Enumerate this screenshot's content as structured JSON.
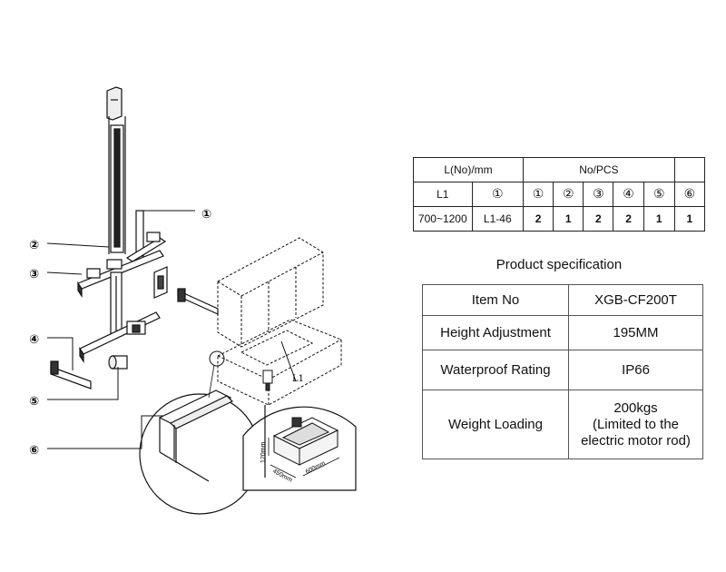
{
  "callouts": [
    "①",
    "②",
    "③",
    "④",
    "⑤",
    "⑥"
  ],
  "dimensions": {
    "length": "600mm",
    "width": "450mm",
    "height": "120mm",
    "l1_marker": "L1"
  },
  "parts_table": {
    "header_left": "L(No)/mm",
    "header_right": "No/PCS",
    "header_extra": "",
    "subheader_l1": "L1",
    "subheader_items": [
      "①",
      "①",
      "②",
      "③",
      "④",
      "⑤",
      "⑥"
    ],
    "row": {
      "range": "700~1200",
      "item1_value": "L1-46",
      "qty": [
        "2",
        "1",
        "2",
        "2",
        "1",
        "1"
      ]
    }
  },
  "spec": {
    "title": "Product specification",
    "rows": [
      {
        "key": "Item No",
        "value": "XGB-CF200T"
      },
      {
        "key": "Height Adjustment",
        "value": "195MM"
      },
      {
        "key": "Waterproof Rating",
        "value": "IP66"
      },
      {
        "key": "Weight Loading",
        "value": "200kgs\n(Limited to the\nelectric motor rod)"
      }
    ]
  }
}
